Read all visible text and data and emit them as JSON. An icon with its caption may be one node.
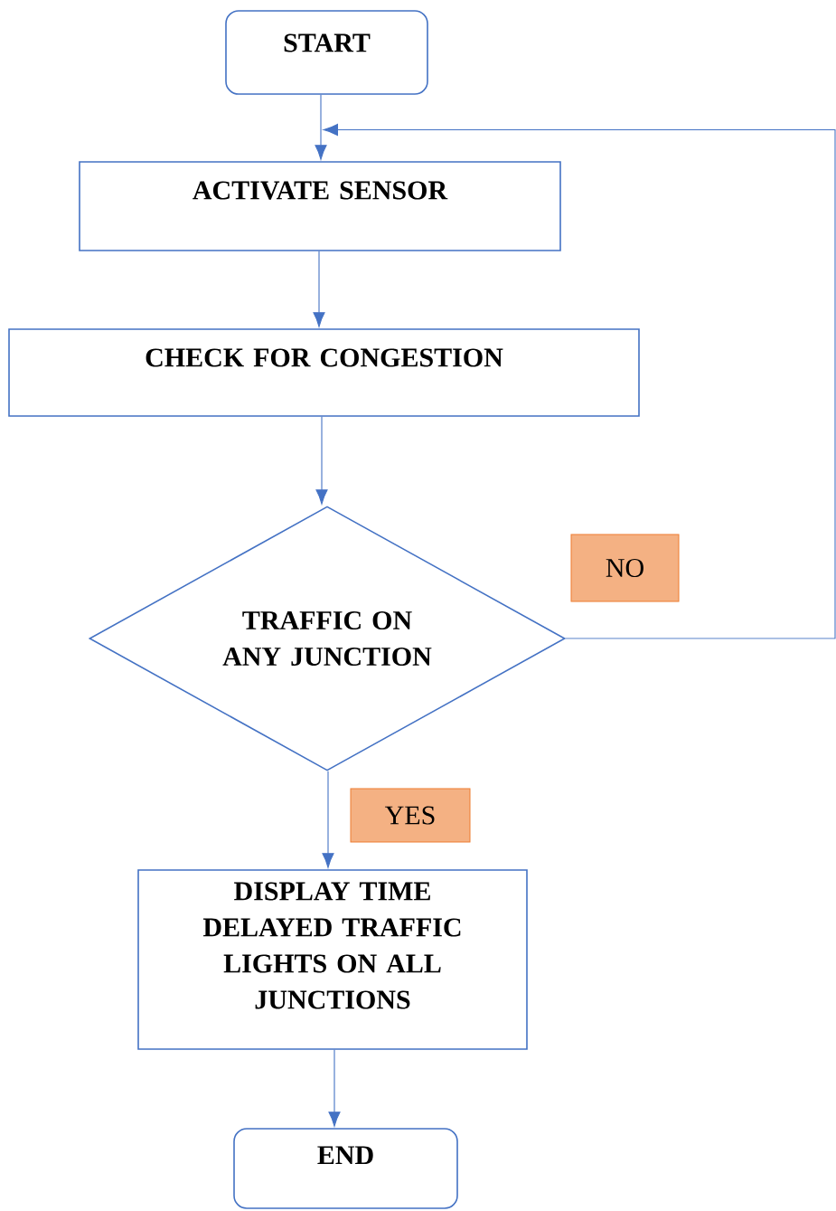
{
  "diagram": {
    "nodes": [
      {
        "text": [
          "START"
        ]
      },
      {
        "text": [
          "ACTIVATE SENSOR"
        ]
      },
      {
        "text": [
          "CHECK FOR CONGESTION"
        ]
      },
      {
        "text": [
          "TRAFFIC ON ANY JUNCTION"
        ]
      },
      {
        "text": [
          "NO"
        ]
      },
      {
        "text": [
          "YES"
        ]
      },
      {
        "text": [
          "DISPLAY TIME DELAYED TRAFFIC LIGHTS ON ALL JUNCTIONS"
        ]
      },
      {
        "text": [
          "END"
        ]
      }
    ],
    "edges": [
      {
        "from": 0,
        "to": 1,
        "arrow": "to"
      },
      {
        "from": 1,
        "to": 2,
        "arrow": "to"
      },
      {
        "from": 2,
        "to": 3,
        "arrow": "to"
      },
      {
        "from": 3,
        "to": 1,
        "arrow": "to"
      },
      {
        "from": 3,
        "to": 6,
        "arrow": "to"
      },
      {
        "from": 6,
        "to": 7,
        "arrow": "to"
      }
    ]
  }
}
